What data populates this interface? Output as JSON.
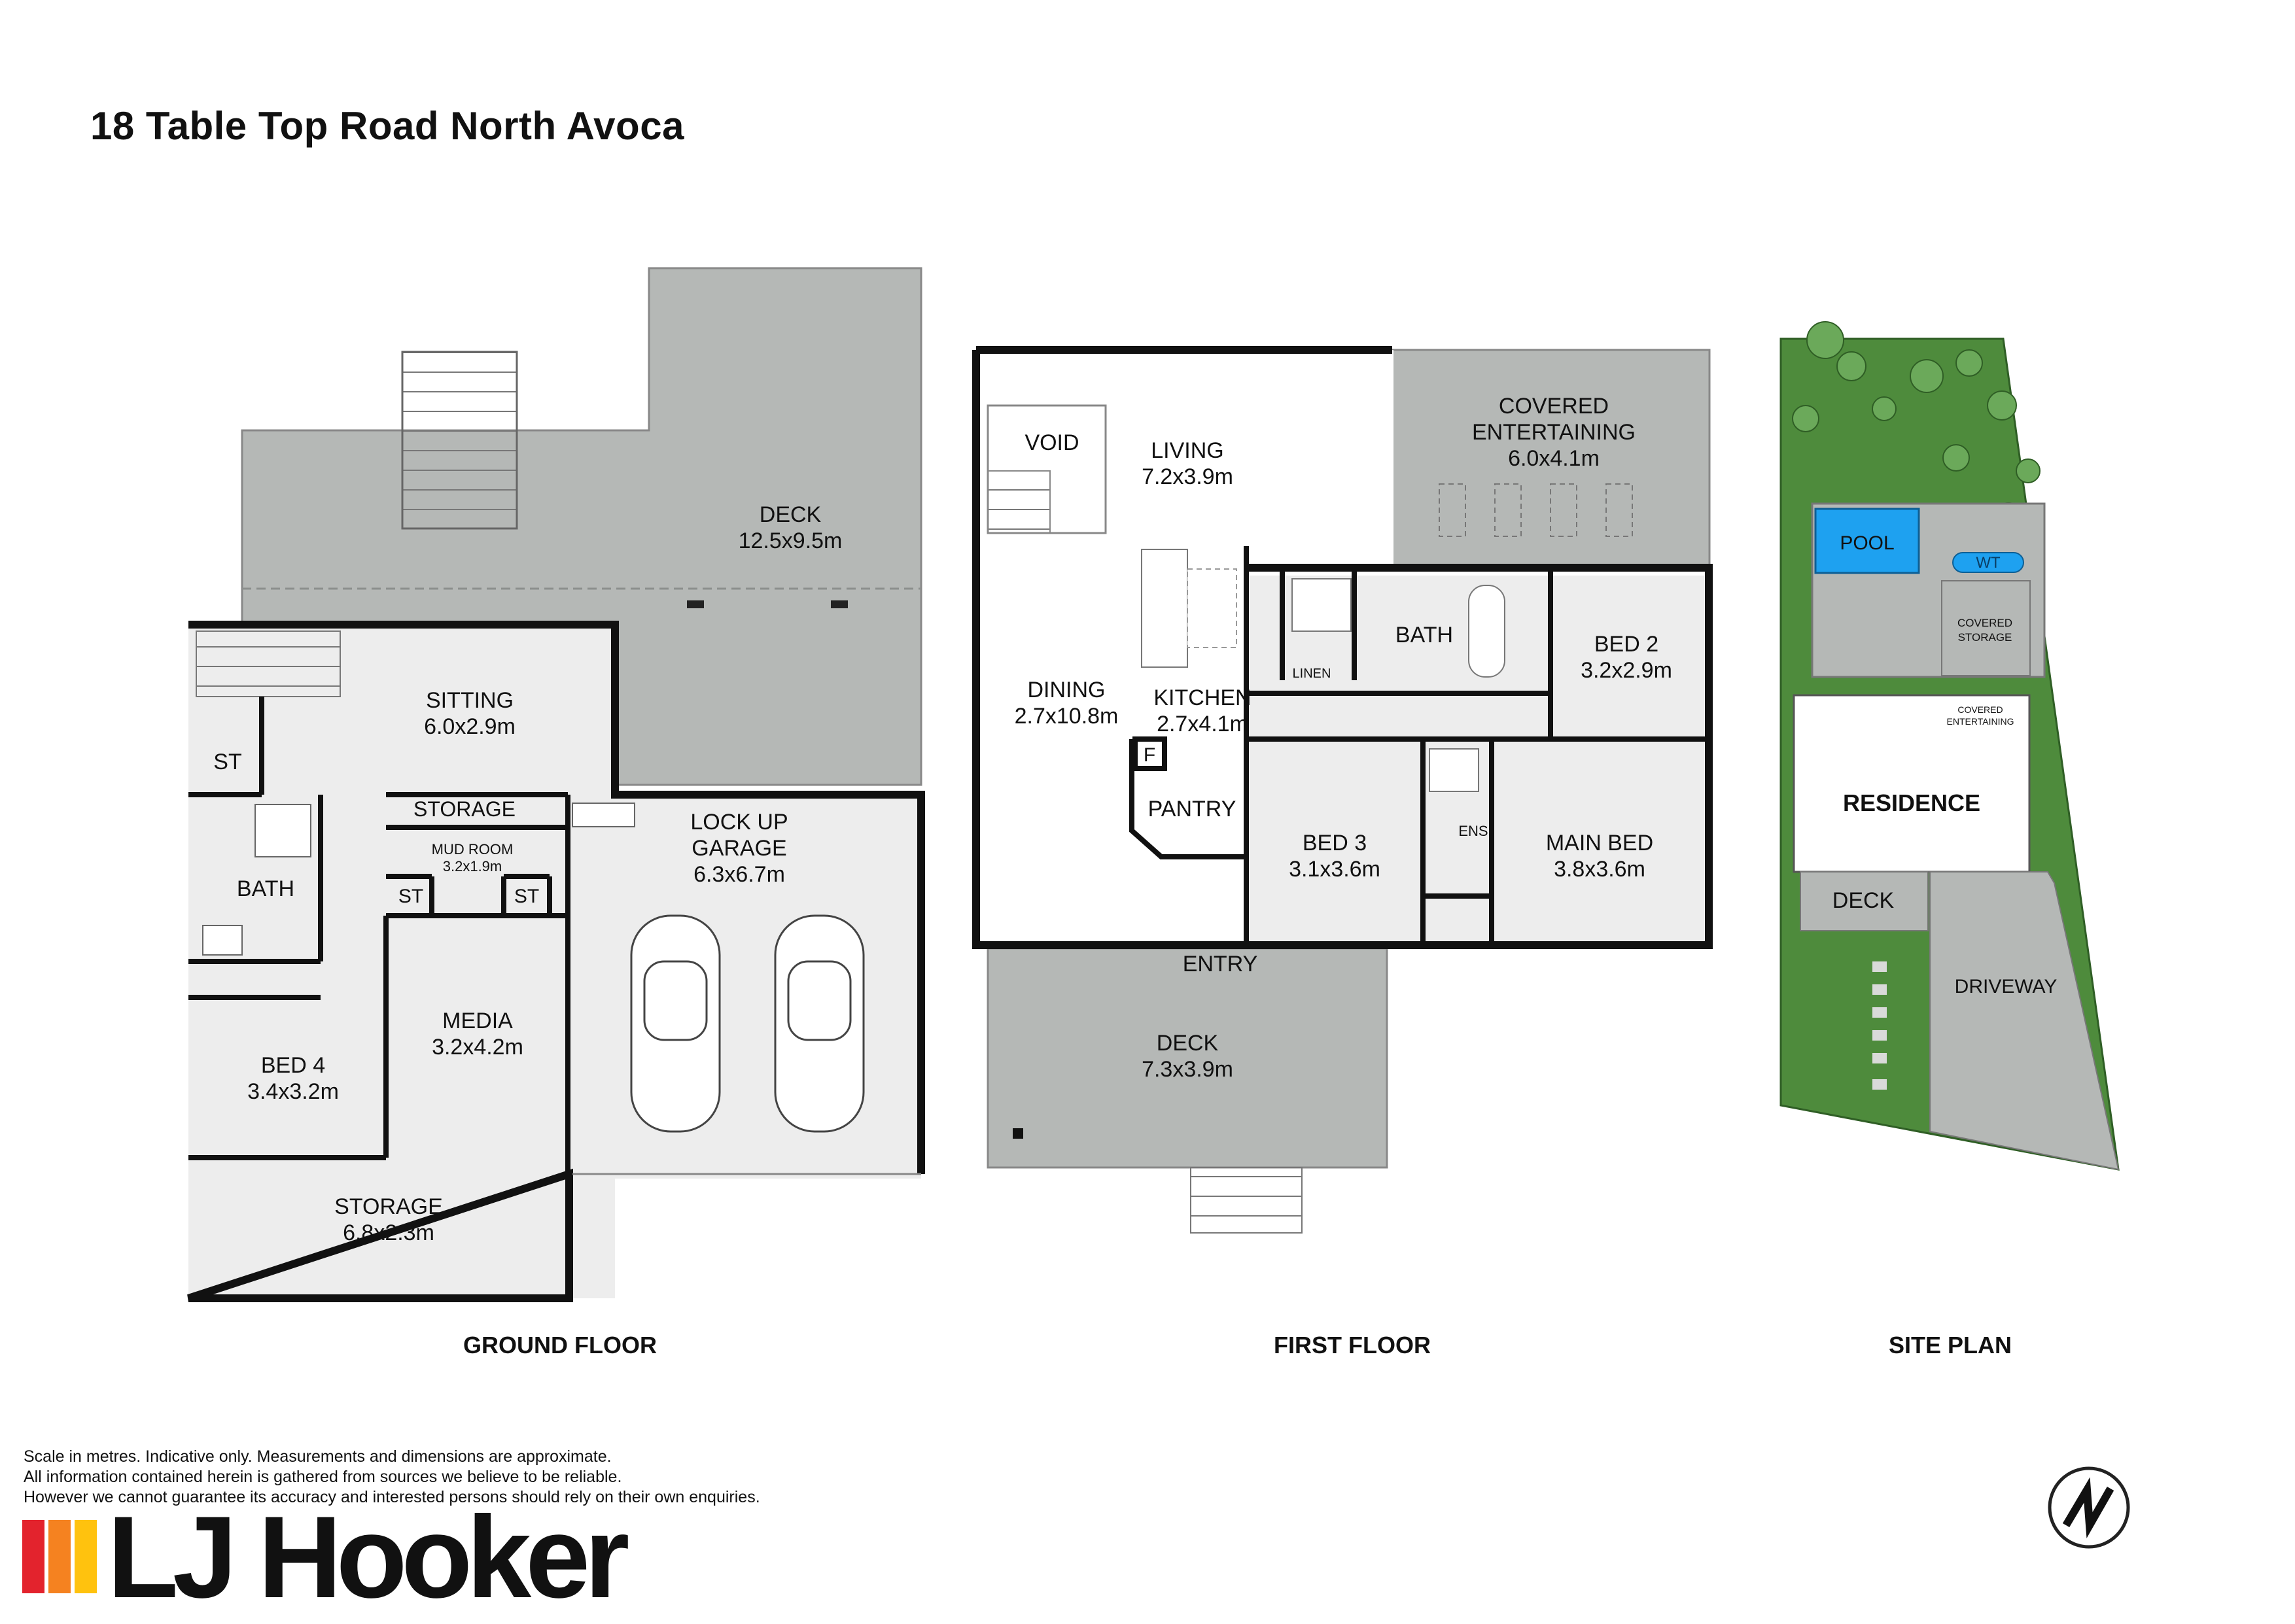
{
  "title": "18 Table Top Road North Avoca",
  "colors": {
    "deck_grey": "#b5b8b6",
    "interior_grey": "#ededed",
    "wall": "#111111",
    "grass_green": "#4e8b3c",
    "pool_blue": "#1ea1f0",
    "logo_red": "#e3232d",
    "logo_orange": "#f58220",
    "logo_yellow": "#ffc20e"
  },
  "floors": {
    "ground": {
      "label": "GROUND FLOOR",
      "rooms": {
        "deck": {
          "name": "DECK",
          "size": "12.5x9.5m"
        },
        "sitting": {
          "name": "SITTING",
          "size": "6.0x2.9m"
        },
        "st1": {
          "name": "ST"
        },
        "storage_small": {
          "name": "STORAGE"
        },
        "mud_room": {
          "name": "MUD ROOM",
          "size": "3.2x1.9m"
        },
        "st2": {
          "name": "ST"
        },
        "st3": {
          "name": "ST"
        },
        "bath": {
          "name": "BATH"
        },
        "garage": {
          "name_line1": "LOCK UP",
          "name_line2": "GARAGE",
          "size": "6.3x6.7m"
        },
        "media": {
          "name": "MEDIA",
          "size": "3.2x4.2m"
        },
        "bed4": {
          "name": "BED 4",
          "size": "3.4x3.2m"
        },
        "storage": {
          "name": "STORAGE",
          "size": "6.8x2.3m"
        }
      }
    },
    "first": {
      "label": "FIRST FLOOR",
      "rooms": {
        "void": {
          "name": "VOID"
        },
        "living": {
          "name": "LIVING",
          "size": "7.2x3.9m"
        },
        "covered": {
          "name_line1": "COVERED",
          "name_line2": "ENTERTAINING",
          "size": "6.0x4.1m"
        },
        "dining": {
          "name": "DINING",
          "size": "2.7x10.8m"
        },
        "kitchen": {
          "name": "KITCHEN",
          "size": "2.7x4.1m"
        },
        "bath": {
          "name": "BATH"
        },
        "linen": {
          "name": "LINEN"
        },
        "bed2": {
          "name": "BED 2",
          "size": "3.2x2.9m"
        },
        "fridge": {
          "name": "F"
        },
        "pantry": {
          "name": "PANTRY"
        },
        "bed3": {
          "name": "BED 3",
          "size": "3.1x3.6m"
        },
        "ens": {
          "name": "ENS"
        },
        "main_bed": {
          "name": "MAIN BED",
          "size": "3.8x3.6m"
        },
        "entry": {
          "name": "ENTRY"
        },
        "deck": {
          "name": "DECK",
          "size": "7.3x3.9m"
        }
      }
    },
    "site": {
      "label": "SITE PLAN",
      "areas": {
        "pool": "POOL",
        "wt": "WT",
        "covered_storage_line1": "COVERED",
        "covered_storage_line2": "STORAGE",
        "covered_ent_line1": "COVERED",
        "covered_ent_line2": "ENTERTAINING",
        "residence": "RESIDENCE",
        "deck": "DECK",
        "driveway": "DRIVEWAY"
      }
    }
  },
  "disclaimer": [
    "Scale in metres. Indicative only. Measurements and dimensions are approximate.",
    "All information contained herein is gathered from sources we believe to be reliable.",
    "However we cannot guarantee its accuracy and interested persons should rely on their own enquiries."
  ],
  "logo_text": "LJ Hooker",
  "north_icon": "north-arrow-icon"
}
